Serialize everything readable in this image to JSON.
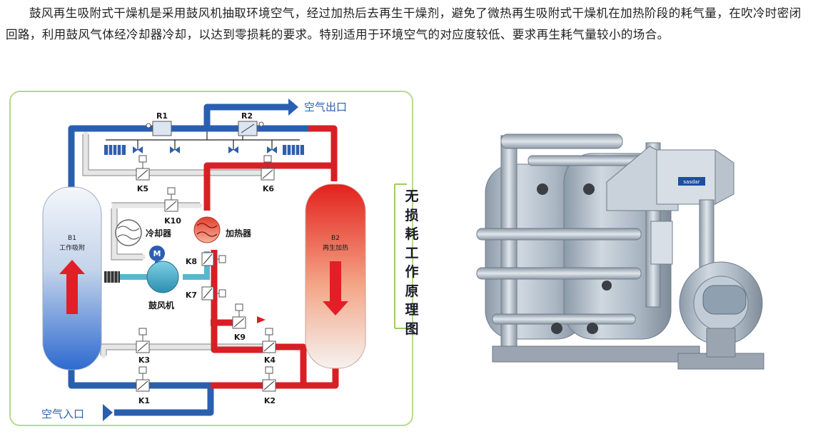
{
  "intro_text": "鼓风再生吸附式干燥机是采用鼓风机抽取环境空气，经过加热后去再生干燥剂，避免了微热再生吸附式干燥机在加热阶段的耗气量，在吹冷时密闭回路，利用鼓风气体经冷却器冷却，以达到零损耗的要求。特别适用于环境空气的对应度较低、要求再生耗气量较小的场合。",
  "diagram": {
    "air_outlet": "空气出口",
    "air_inlet": "空气入口",
    "tower_b1": {
      "name": "B1",
      "status": "工作吸附"
    },
    "tower_b2": {
      "name": "B2",
      "status": "再生加热"
    },
    "cooler": "冷却器",
    "heater": "加热器",
    "blower": "鼓风机",
    "motor": "M",
    "valves": {
      "r1": "R1",
      "r2": "R2",
      "k1": "K1",
      "k2": "K2",
      "k3": "K3",
      "k4": "K4",
      "k5": "K5",
      "k6": "K6",
      "k7": "K7",
      "k8": "K8",
      "k9": "K9",
      "k10": "K10"
    },
    "side_title": [
      "无",
      "损",
      "耗",
      "工",
      "作",
      "原",
      "理",
      "图"
    ]
  },
  "photo": {
    "brand": "sasdar"
  },
  "colors": {
    "pipe_blue": "#2a5fb0",
    "pipe_red": "#d81f26",
    "pipe_cyan": "#58b7cf",
    "frame_green": "#9ccc65"
  }
}
